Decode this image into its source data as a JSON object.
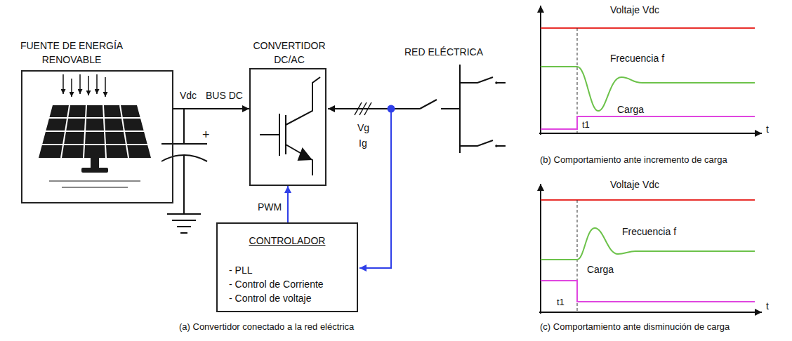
{
  "diagram": {
    "nodes": [
      {
        "text": [
          "FUENTE DE ENERGÍA RENOVABLE"
        ]
      },
      {
        "text": [
          "CONVERTIDOR DC/AC"
        ]
      },
      {
        "text": [
          "CONTROLADOR",
          "- PLL",
          "- Control de Corriente",
          "- Control de voltaje"
        ]
      }
    ],
    "edges": [
      {
        "from": 0,
        "to": 1,
        "arrow": "to"
      },
      {
        "from": 2,
        "to": 1,
        "arrow": "to",
        "label": "PWM"
      }
    ],
    "labels": [
      "Vdc",
      "BUS DC",
      "+",
      "RED ELÉCTRICA",
      "Vg",
      "Ig",
      "(a) Convertidor conectado a la red eléctrica",
      "Voltaje Vdc",
      "Frecuencia f",
      "Carga",
      "t1",
      "t",
      "(b) Comportamiento ante incremento de carga",
      "Voltaje Vdc",
      "Frecuencia f",
      "Carga",
      "t1",
      "t",
      "(c) Comportamiento ante disminución de carga"
    ]
  }
}
